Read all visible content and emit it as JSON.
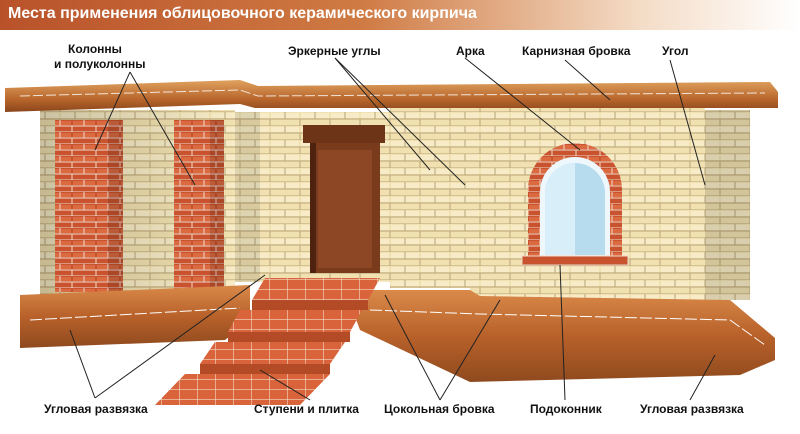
{
  "title": "Места применения облицовочного керамического кирпича",
  "labels": {
    "columns_line1": "Колонны",
    "columns_line2": "и полуколонны",
    "bay_corners": "Эркерные углы",
    "arch": "Арка",
    "cornice": "Карнизная бровка",
    "corner": "Угол",
    "corner_tie_left": "Угловая развязка",
    "steps": "Ступени и плитка",
    "plinth": "Цокольная бровка",
    "sill": "Подоконник",
    "corner_tie_right": "Угловая развязка"
  },
  "colors": {
    "title_bar": "#c0602f",
    "yellow_brick": "#f2e3b3",
    "red_brick": "#c8502d",
    "plinth": "#c0682a",
    "mortar": "#ffffff"
  }
}
